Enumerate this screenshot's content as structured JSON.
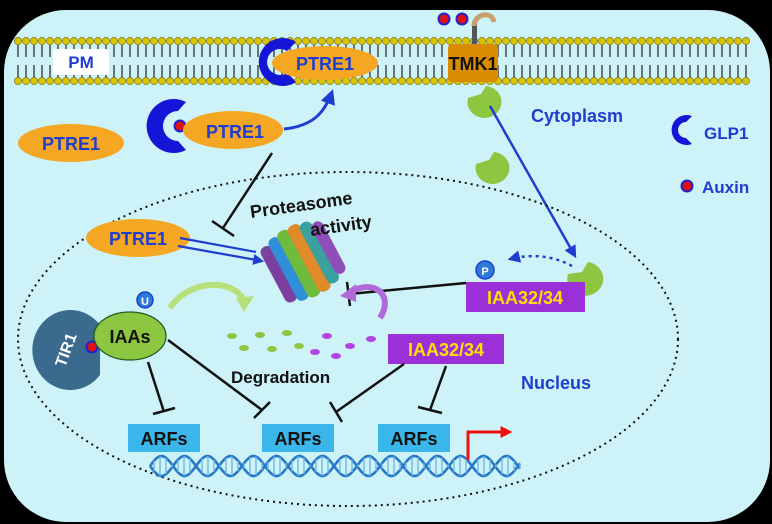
{
  "colors": {
    "cell_fill": "#cdf2f7",
    "outer_background": "#000000",
    "membrane_head": "#d9c400",
    "membrane_tail": "#3f3f3f",
    "ptre1_fill": "#f5a623",
    "ptre1_text": "#1f3ecf",
    "glp1_blue": "#1515d8",
    "auxin_red": "#e01010",
    "tmk1_fill": "#d98c00",
    "kinase_green": "#8dc640",
    "iaa32_fill": "#9b30d9",
    "iaa32_text": "#ffe000",
    "arf_fill": "#3ab6ea",
    "label_blue": "#1f3ecf",
    "arrow_blue": "#1f3ecf",
    "inhibit_black": "#111111",
    "tss_arrow_red": "#ee1111",
    "dna_blue": "#2878c8"
  },
  "labels": {
    "pm": "PM",
    "cytoplasm": "Cytoplasm",
    "nucleus": "Nucleus",
    "ptre1": "PTRE1",
    "tmk1": "TMK1",
    "tir1": "TIR1",
    "iaas": "IAAs",
    "ubiquitin": "U",
    "phosphate": "P",
    "iaa32_34": "IAA32/34",
    "proteasome_line1": "Proteasome",
    "proteasome_line2": "activity",
    "degradation": "Degradation",
    "arfs": "ARFs"
  },
  "legend": {
    "glp1": "GLP1",
    "auxin": "Auxin"
  },
  "icons": [
    "glp1-c-shape-icon",
    "auxin-dot-icon",
    "kinase-domain-icon",
    "proteasome-barrel-icon",
    "recycle-arrow-icon",
    "dna-helix-icon",
    "transcription-start-arrow-icon"
  ]
}
